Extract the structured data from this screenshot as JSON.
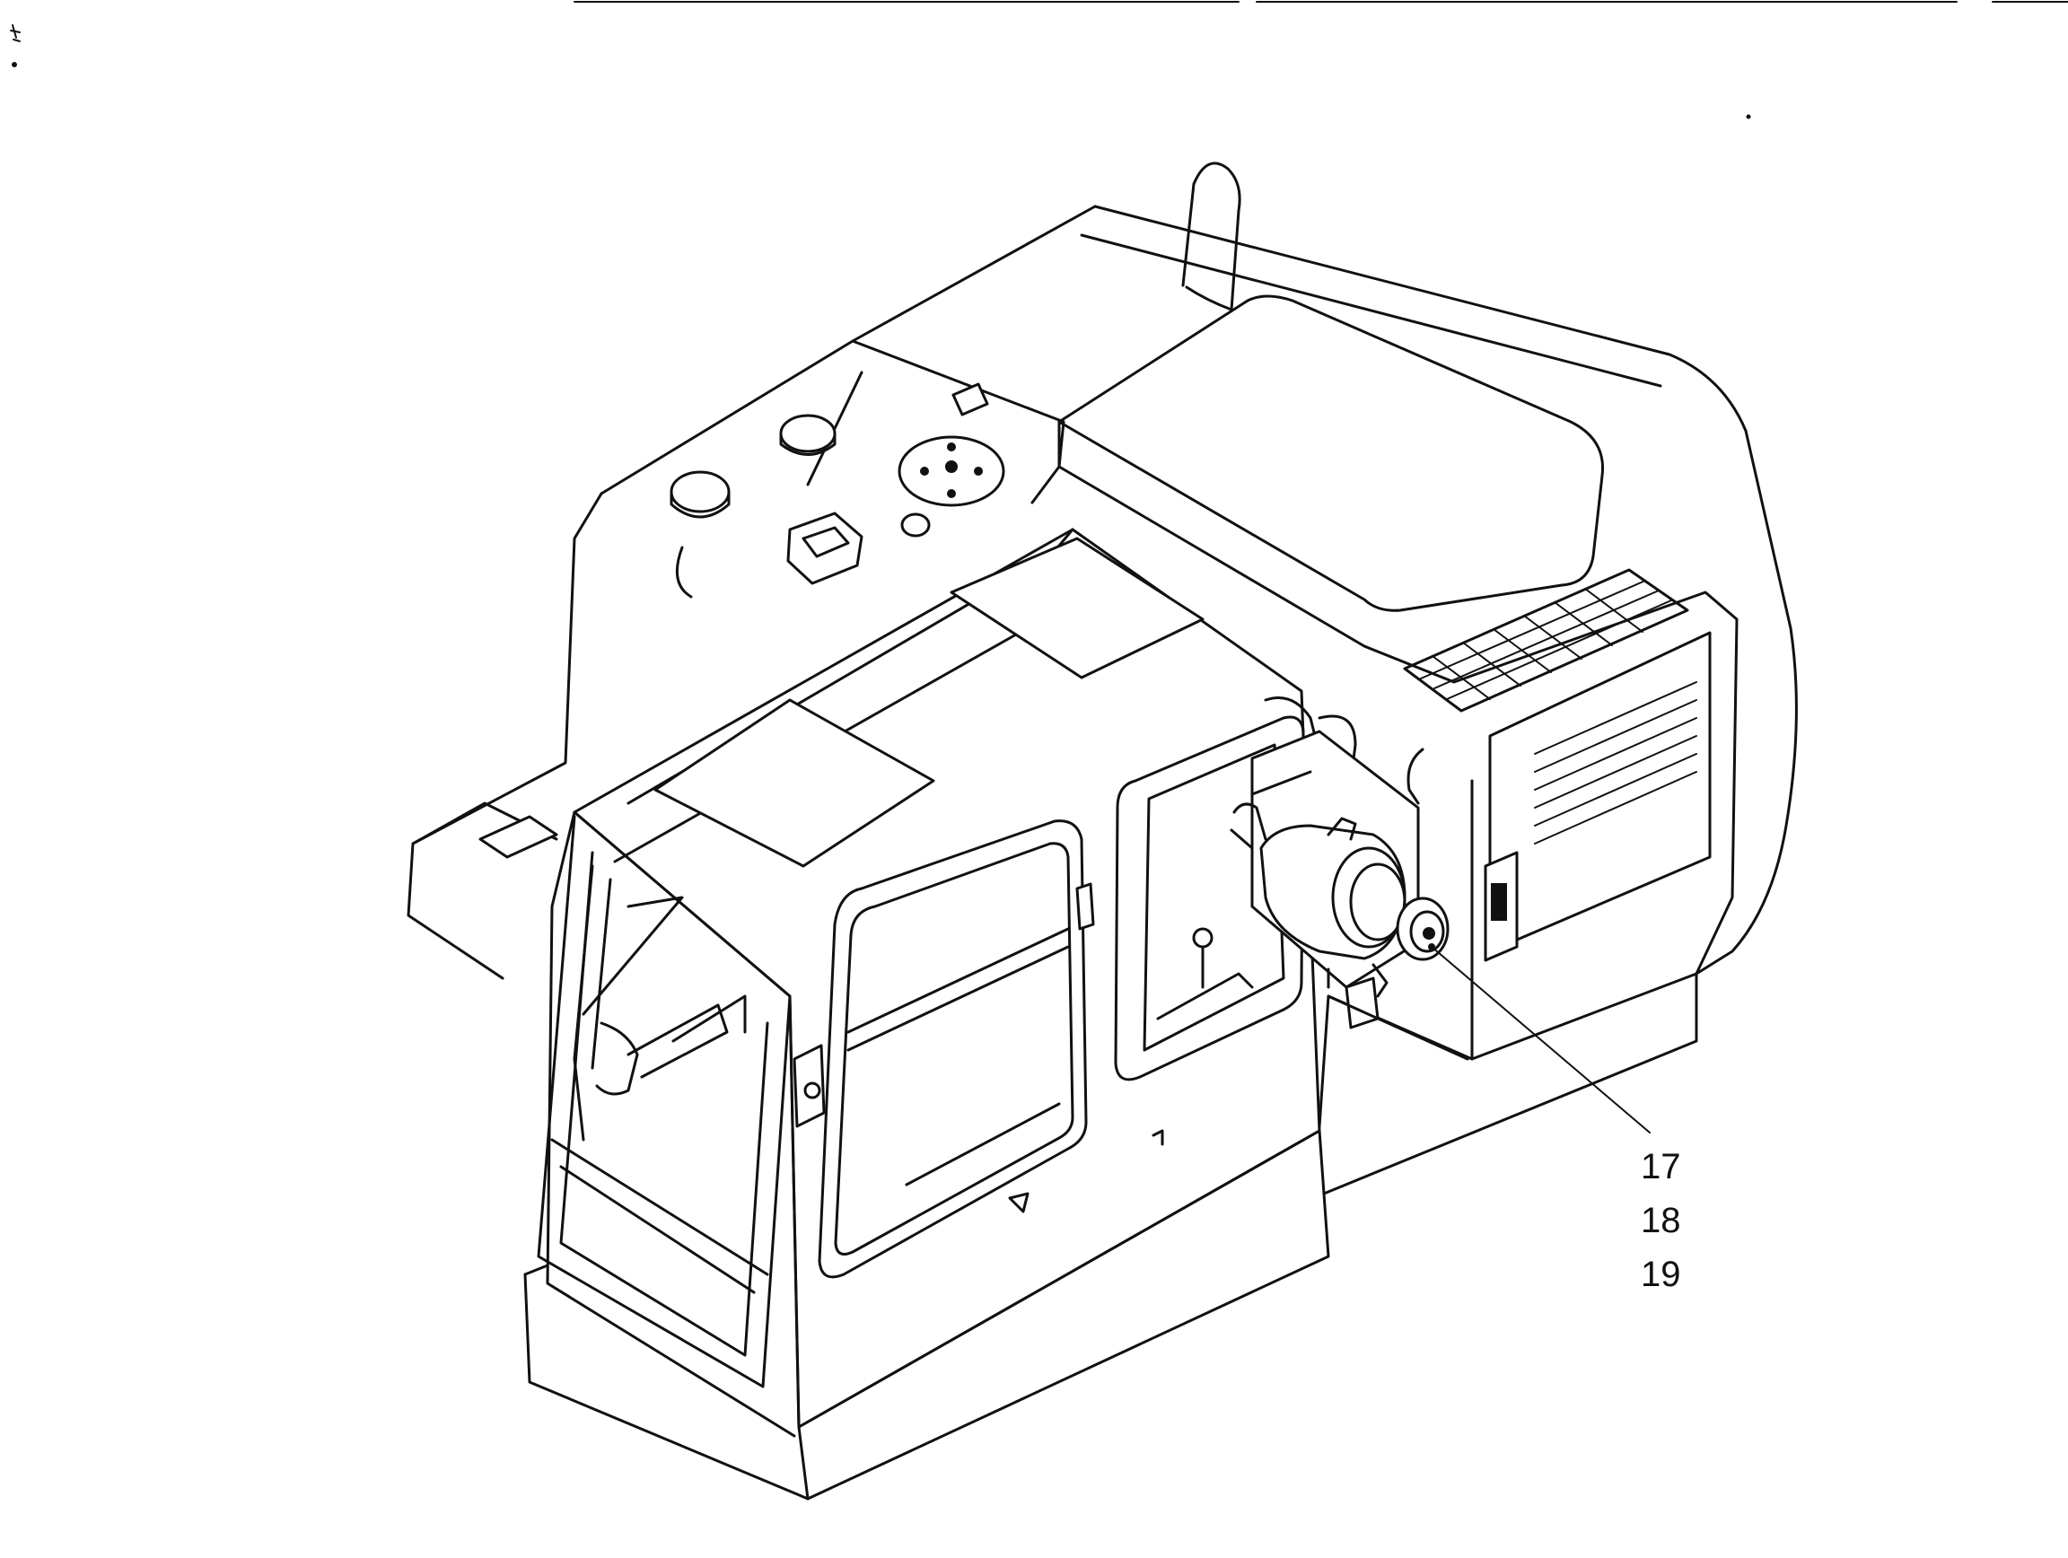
{
  "callouts": [
    {
      "label": "17"
    },
    {
      "label": "18"
    },
    {
      "label": "19"
    }
  ],
  "colors": {
    "line": "#111111",
    "background": "#ffffff"
  },
  "icons": [
    "air-conditioner-compressor-icon",
    "excavator-cab-icon"
  ]
}
